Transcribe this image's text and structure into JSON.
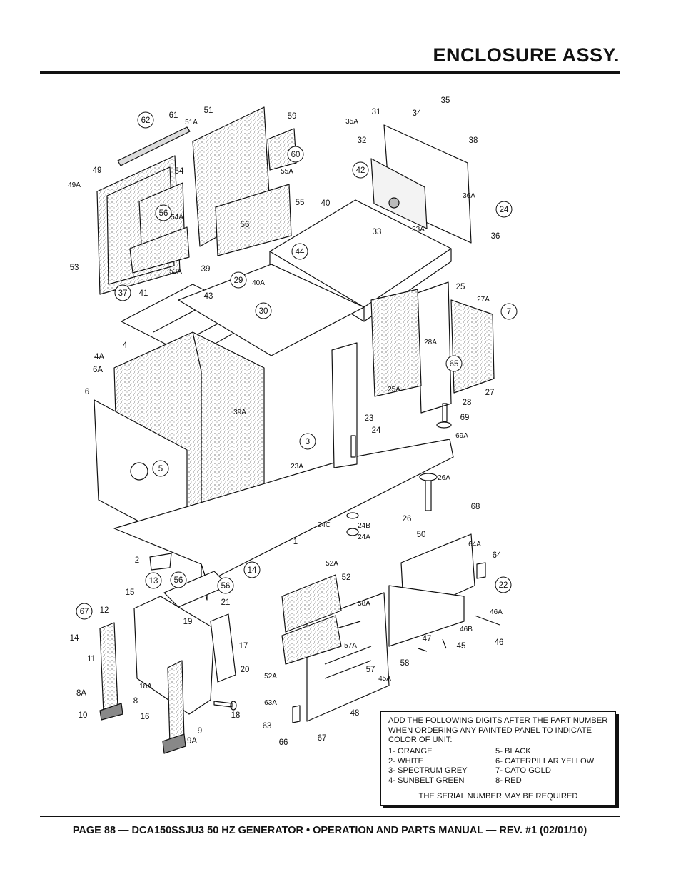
{
  "header": {
    "title": "ENCLOSURE ASSY."
  },
  "footer": {
    "text": "PAGE 88 — DCA150SSJU3 50 HZ GENERATOR • OPERATION AND PARTS MANUAL — REV. #1 (02/01/10)"
  },
  "note": {
    "intro": "ADD THE FOLLOWING DIGITS AFTER THE PART NUMBER WHEN ORDERING ANY PAINTED PANEL TO INDICATE COLOR OF UNIT:",
    "colors_left": [
      "1- ORANGE",
      "2- WHITE",
      "3- SPECTRUM GREY",
      "4- SUNBELT GREEN"
    ],
    "colors_right": [
      "5- BLACK",
      "6- CATERPILLAR YELLOW",
      "7- CATO GOLD",
      "8- RED"
    ],
    "serial": "THE SERIAL NUMBER MAY BE REQUIRED"
  },
  "diagram": {
    "labels": [
      "61",
      "51",
      "59",
      "51A",
      "62",
      "60",
      "55A",
      "49",
      "54",
      "49A",
      "55",
      "54A",
      "56",
      "53",
      "53A",
      "31",
      "34",
      "35",
      "35A",
      "32",
      "38",
      "42",
      "40",
      "36A",
      "37",
      "36",
      "33",
      "33A",
      "39",
      "40A",
      "44",
      "43",
      "41",
      "25",
      "27A",
      "30",
      "28A",
      "4A",
      "4",
      "6A",
      "6",
      "39A",
      "29",
      "25A",
      "28",
      "27",
      "23",
      "24",
      "69",
      "69A",
      "7",
      "23A",
      "26A",
      "26",
      "68",
      "24C",
      "24B",
      "24A",
      "1",
      "50",
      "64A",
      "64",
      "65",
      "2",
      "3",
      "5",
      "52A",
      "52",
      "22",
      "21",
      "19",
      "15",
      "13",
      "12",
      "14",
      "17",
      "20",
      "11",
      "8A",
      "8",
      "10",
      "18A",
      "18",
      "16",
      "9",
      "9A",
      "58A",
      "57A",
      "57",
      "45A",
      "58",
      "47",
      "45",
      "46A",
      "46B",
      "46",
      "52A",
      "63A",
      "63",
      "66",
      "67",
      "48"
    ],
    "circled": [
      "62",
      "60",
      "56",
      "42",
      "44",
      "37",
      "30",
      "29",
      "24",
      "7",
      "65",
      "3",
      "5",
      "22",
      "13",
      "14",
      "56",
      "56",
      "67"
    ]
  }
}
